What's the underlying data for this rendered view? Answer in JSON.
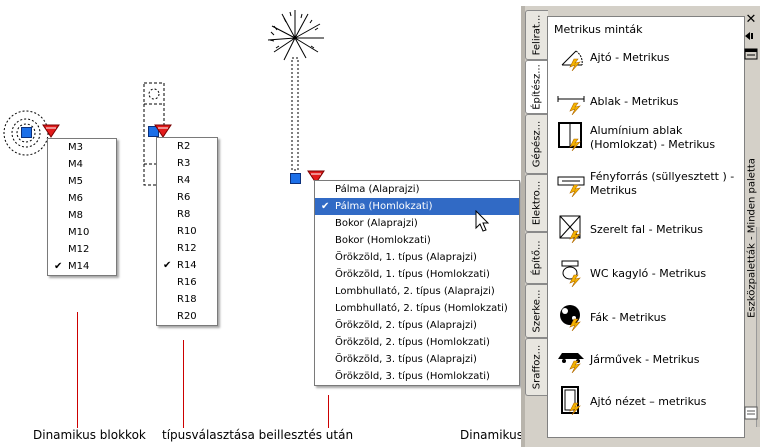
{
  "menus": {
    "m": {
      "items": [
        "M3",
        "M4",
        "M5",
        "M6",
        "M8",
        "M10",
        "M12",
        "M14"
      ],
      "checked": 7
    },
    "r": {
      "items": [
        "R2",
        "R3",
        "R4",
        "R6",
        "R8",
        "R10",
        "R12",
        "R14",
        "R16",
        "R18",
        "R20"
      ],
      "checked": 7
    },
    "palm": {
      "items": [
        "Pálma (Alaprajzi)",
        "Pálma (Homlokzati)",
        "Bokor (Alaprajzi)",
        "Bokor (Homlokzati)",
        "Örökzöld, 1. típus (Alaprajzi)",
        "Örökzöld, 1. típus (Homlokzati)",
        "Lombhullató, 2. típus (Alaprajzi)",
        "Lombhullató, 2. típus (Homlokzati)",
        "Örökzöld, 2. típus (Alaprajzi)",
        "Örökzöld, 2. típus (Homlokzati)",
        "Örökzöld, 3. típus (Alaprajzi)",
        "Örökzöld, 3. típus (Homlokzati)"
      ],
      "checked": 1,
      "highlighted": 1
    }
  },
  "captions": {
    "left": "Dinamikus blokkok",
    "middle": "típusválasztása beillesztés után",
    "right": "Dinamikus blokkok az eszközpalettában"
  },
  "palette": {
    "title": "Eszközpaletták - Minden paletta",
    "heading": "Metrikus minták",
    "tabs": [
      "Felirat...",
      "Építész...",
      "Gépész...",
      "Elektro...",
      "Építő...",
      "Szerke...",
      "Sraffoz..."
    ],
    "active_tab": 1,
    "items": [
      {
        "label": "Ajtó - Metrikus",
        "icon": "door-icon"
      },
      {
        "label": "Ablak - Metrikus",
        "icon": "window-icon"
      },
      {
        "label": "Alumínium ablak (Homlokzat) - Metrikus",
        "icon": "aluminium-window-icon"
      },
      {
        "label": "Fényforrás (süllyesztett ) - Metrikus",
        "icon": "light-source-icon"
      },
      {
        "label": "Szerelt fal - Metrikus",
        "icon": "wall-icon"
      },
      {
        "label": "WC kagyló - Metrikus",
        "icon": "toilet-icon"
      },
      {
        "label": "Fák - Metrikus",
        "icon": "tree-icon"
      },
      {
        "label": "Járművek - Metrikus",
        "icon": "vehicle-icon"
      },
      {
        "label": "Ajtó nézet – metrikus",
        "icon": "door-elevation-icon"
      }
    ],
    "close_glyph": "✕"
  }
}
